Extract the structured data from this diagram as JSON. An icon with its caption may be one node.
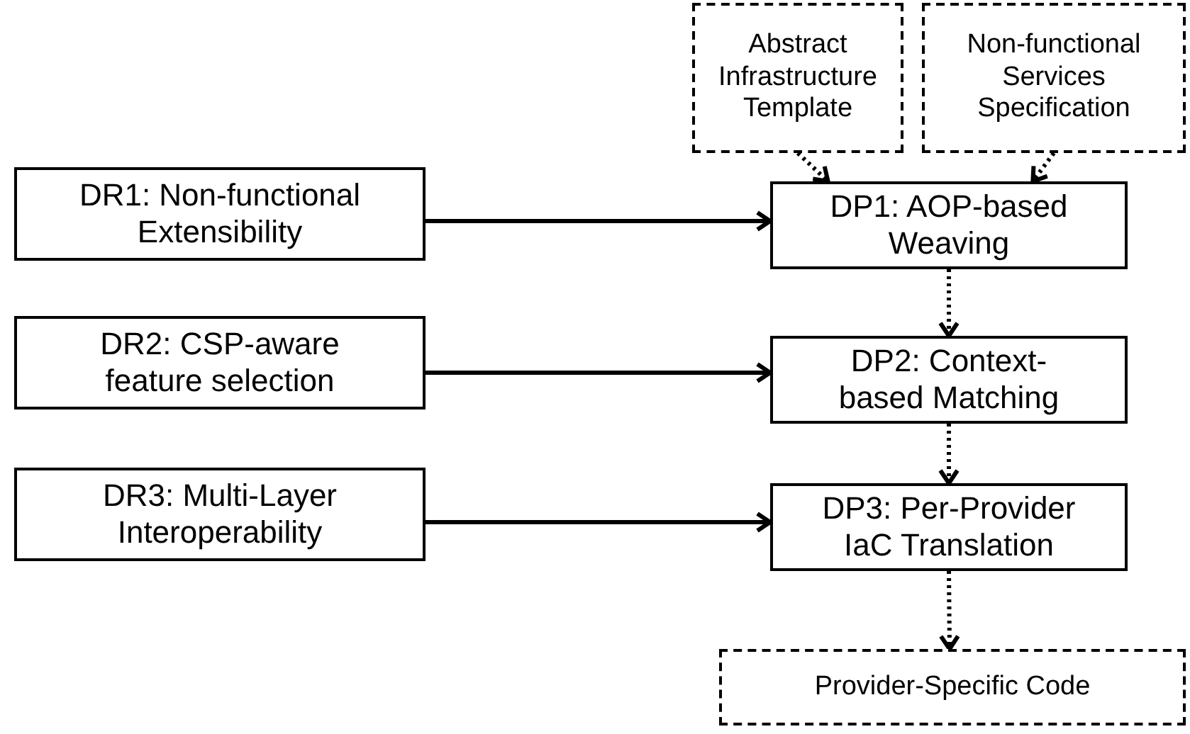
{
  "diagram": {
    "nodes": [
      {
        "text": [
          "Abstract Infrastructure Template"
        ]
      },
      {
        "text": [
          "Non-functional Services Specification"
        ]
      },
      {
        "text": [
          "DR1: Non-functional Extensibility"
        ]
      },
      {
        "text": [
          "DP1: AOP-based Weaving"
        ]
      },
      {
        "text": [
          "DR2: CSP-aware feature selection"
        ]
      },
      {
        "text": [
          "DP2: Context-based Matching"
        ]
      },
      {
        "text": [
          "DR3: Multi-Layer Interoperability"
        ]
      },
      {
        "text": [
          "DP3: Per-Provider IaC Translation"
        ]
      },
      {
        "text": [
          "Provider-Specific Code"
        ]
      }
    ],
    "edges": [
      {
        "from": 0,
        "to": 3,
        "arrow": "to",
        "style": "dashed"
      },
      {
        "from": 1,
        "to": 3,
        "arrow": "to",
        "style": "dashed"
      },
      {
        "from": 2,
        "to": 3,
        "arrow": "to"
      },
      {
        "from": 3,
        "to": 5,
        "arrow": "to",
        "style": "dashed"
      },
      {
        "from": 4,
        "to": 5,
        "arrow": "to"
      },
      {
        "from": 5,
        "to": 7,
        "arrow": "to",
        "style": "dashed"
      },
      {
        "from": 6,
        "to": 7,
        "arrow": "to"
      },
      {
        "from": 7,
        "to": 8,
        "arrow": "to",
        "style": "dashed"
      }
    ]
  }
}
